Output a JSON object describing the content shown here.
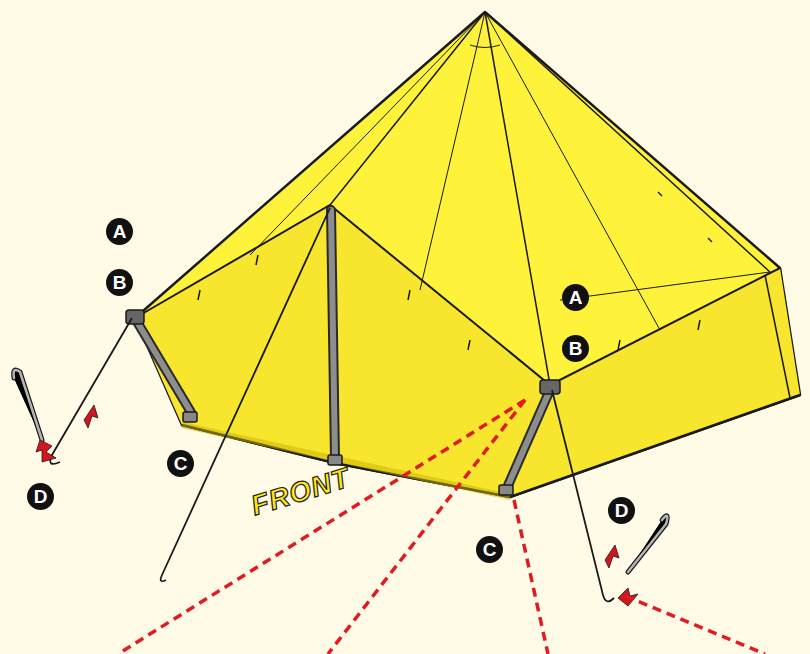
{
  "diagram": {
    "labels": [
      "A",
      "B",
      "C",
      "D",
      "FRONT",
      "A",
      "B",
      "D",
      "C"
    ]
  }
}
